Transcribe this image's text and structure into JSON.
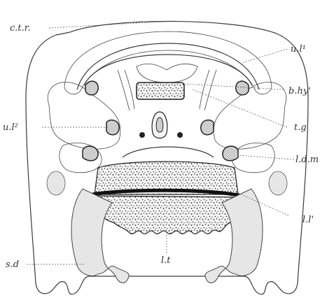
{
  "figure": {
    "labels": {
      "ctr": "c.t.r.",
      "ul1": "u.l¹",
      "bhy": "b.hy'",
      "tg": "t.g",
      "ul2": "u.l²",
      "ldm": "l.d.m",
      "ll": "l.l'",
      "lt": "l.t",
      "sd": "s.d"
    }
  }
}
